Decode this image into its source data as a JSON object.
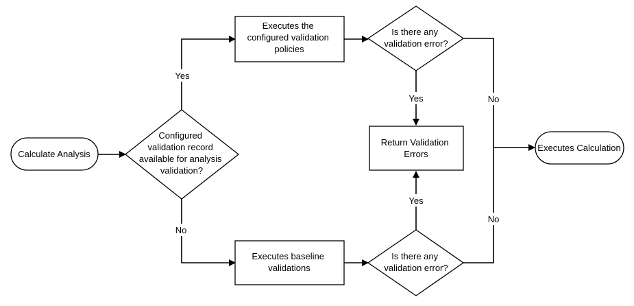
{
  "diagram": {
    "nodes": {
      "start": {
        "lines": [
          "Calculate Analysis"
        ]
      },
      "decision_config": {
        "lines": [
          "Configured",
          "validation record",
          "available for analysis",
          "validation?"
        ]
      },
      "exec_policies": {
        "lines": [
          "Executes the",
          "configured validation",
          "policies"
        ]
      },
      "decision_error_top": {
        "lines": [
          "Is there any",
          "validation error?"
        ]
      },
      "return_errors": {
        "lines": [
          "Return Validation",
          "Errors"
        ]
      },
      "exec_baseline": {
        "lines": [
          "Executes baseline",
          "validations"
        ]
      },
      "decision_error_bottom": {
        "lines": [
          "Is there any",
          "validation error?"
        ]
      },
      "end": {
        "lines": [
          "Executes Calculation"
        ]
      }
    },
    "edge_labels": {
      "config_yes": "Yes",
      "config_no": "No",
      "top_error_yes": "Yes",
      "top_error_no": "No",
      "bottom_error_yes": "Yes",
      "bottom_error_no": "No"
    }
  }
}
